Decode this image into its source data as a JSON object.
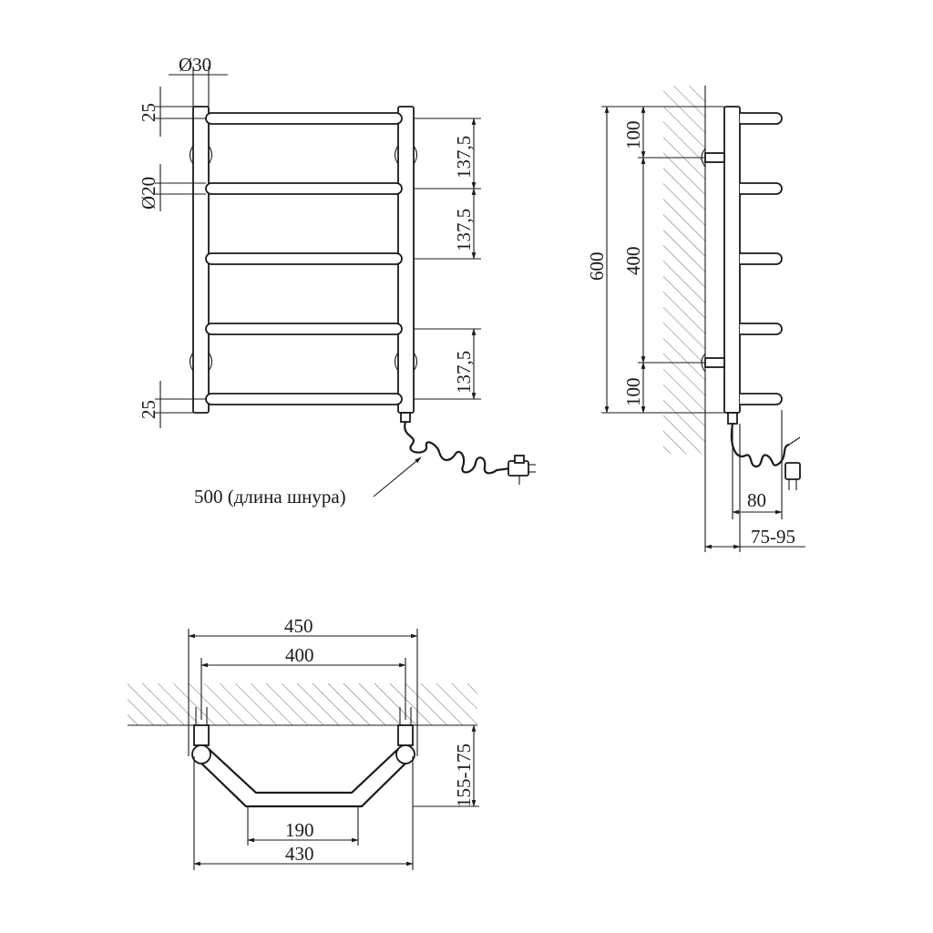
{
  "front_view": {
    "dim_top_pipe_diameter": "Ø30",
    "dim_rail_diameter": "Ø20",
    "dim_top_offset": "25",
    "dim_bottom_offset": "25",
    "dim_rail_spacing_1": "137,5",
    "dim_rail_spacing_2": "137,5",
    "dim_rail_spacing_3": "137,5",
    "cord_note": "500 (длина шнура)"
  },
  "side_view": {
    "dim_total_height": "600",
    "dim_top_mount": "100",
    "dim_mount_spacing": "400",
    "dim_bottom_mount": "100",
    "dim_depth_cord": "80",
    "dim_wall_distance": "75-95"
  },
  "top_view": {
    "dim_outer_width": "450",
    "dim_mount_width": "400",
    "dim_bottom_inner": "190",
    "dim_bottom_outer": "430",
    "dim_projection": "155-175"
  }
}
